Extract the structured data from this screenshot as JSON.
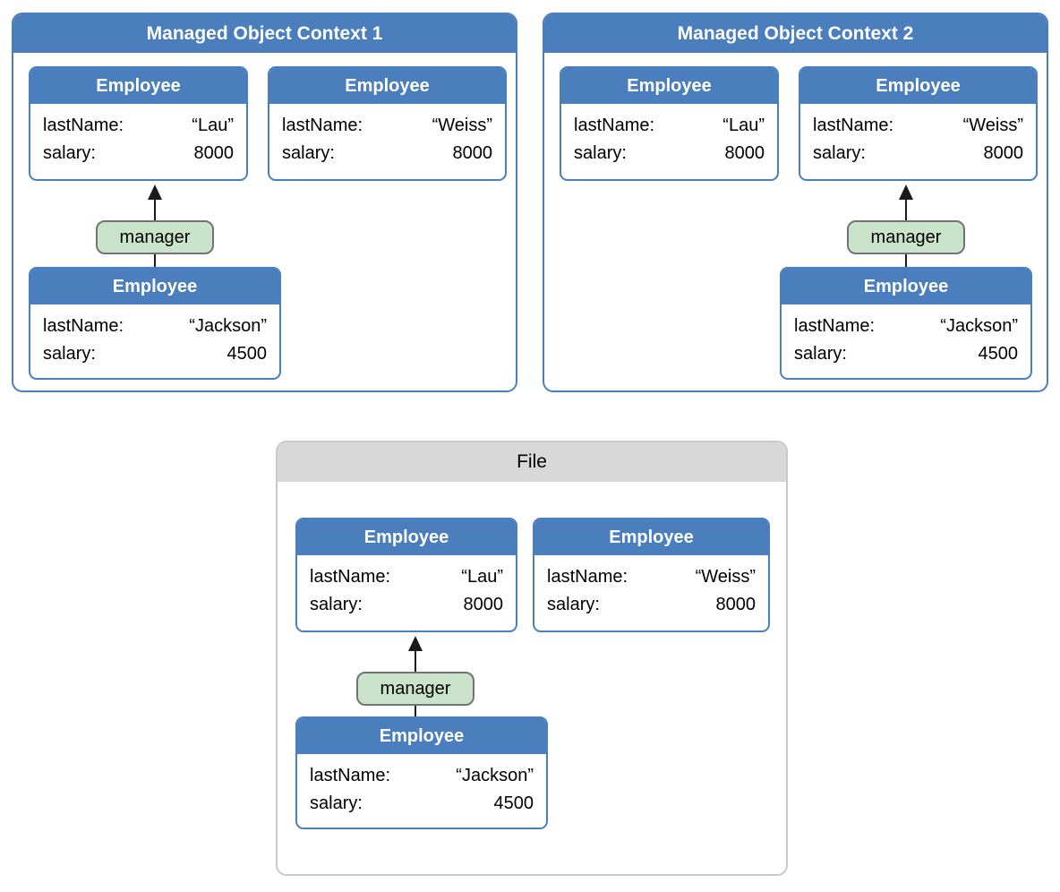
{
  "colors": {
    "blue": "#4A7EBD",
    "green": "#C9E4CA",
    "green_border": "#737373",
    "gray_header": "#D8D8D8",
    "gray_border": "#C9C9C9",
    "arrow": "#1A1A1A"
  },
  "containers": [
    {
      "title": "Managed Object Context 1",
      "relationship_label": "manager",
      "cards": [
        {
          "title": "Employee",
          "rows": [
            {
              "label": "lastName:",
              "value": "“Lau”"
            },
            {
              "label": "salary:",
              "value": "8000"
            }
          ]
        },
        {
          "title": "Employee",
          "rows": [
            {
              "label": "lastName:",
              "value": "“Weiss”"
            },
            {
              "label": "salary:",
              "value": "8000"
            }
          ]
        },
        {
          "title": "Employee",
          "rows": [
            {
              "label": "lastName:",
              "value": "“Jackson”"
            },
            {
              "label": "salary:",
              "value": "4500"
            }
          ]
        }
      ]
    },
    {
      "title": "Managed Object Context 2",
      "relationship_label": "manager",
      "cards": [
        {
          "title": "Employee",
          "rows": [
            {
              "label": "lastName:",
              "value": "“Lau”"
            },
            {
              "label": "salary:",
              "value": "8000"
            }
          ]
        },
        {
          "title": "Employee",
          "rows": [
            {
              "label": "lastName:",
              "value": "“Weiss”"
            },
            {
              "label": "salary:",
              "value": "8000"
            }
          ]
        },
        {
          "title": "Employee",
          "rows": [
            {
              "label": "lastName:",
              "value": "“Jackson”"
            },
            {
              "label": "salary:",
              "value": "4500"
            }
          ]
        }
      ]
    },
    {
      "title": "File",
      "relationship_label": "manager",
      "cards": [
        {
          "title": "Employee",
          "rows": [
            {
              "label": "lastName:",
              "value": "“Lau”"
            },
            {
              "label": "salary:",
              "value": "8000"
            }
          ]
        },
        {
          "title": "Employee",
          "rows": [
            {
              "label": "lastName:",
              "value": "“Weiss”"
            },
            {
              "label": "salary:",
              "value": "8000"
            }
          ]
        },
        {
          "title": "Employee",
          "rows": [
            {
              "label": "lastName:",
              "value": "“Jackson”"
            },
            {
              "label": "salary:",
              "value": "4500"
            }
          ]
        }
      ]
    }
  ]
}
